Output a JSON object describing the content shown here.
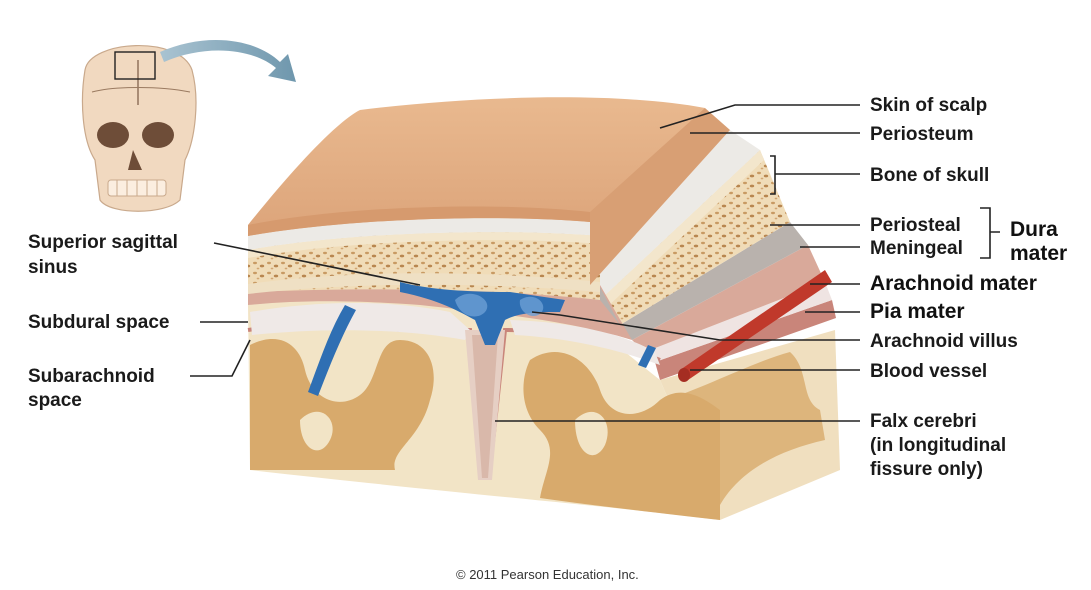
{
  "labels": {
    "skin_of_scalp": "Skin of scalp",
    "periosteum": "Periosteum",
    "bone_of_skull": "Bone of skull",
    "periosteal": "Periosteal",
    "meningeal": "Meningeal",
    "dura": "Dura",
    "mater": "mater",
    "arachnoid_mater": "Arachnoid mater",
    "pia_mater": "Pia mater",
    "arachnoid_villus": "Arachnoid villus",
    "blood_vessel": "Blood vessel",
    "falx_line1": "Falx cerebri",
    "falx_line2": "(in longitudinal",
    "falx_line3": "fissure only)",
    "superior_sagittal_line1": "Superior sagittal",
    "superior_sagittal_line2": "sinus",
    "subdural_space": "Subdural space",
    "subarachnoid_line1": "Subarachnoid",
    "subarachnoid_line2": "space"
  },
  "credit": "© 2011 Pearson Education, Inc.",
  "colors": {
    "scalp": "#e7b48a",
    "periosteum": "#eceae6",
    "bone": "#f0dcb8",
    "bone_spongy": "#c89a63",
    "dura": "#b9b2ad",
    "arachnoid": "#d7a79b",
    "pia": "#c9857a",
    "brain_white": "#f2e4c6",
    "brain_gray": "#d8aa6c",
    "sinus_blue": "#2f6fb3",
    "vessel_red": "#c0392b",
    "arrow": "#7fa4b8"
  }
}
